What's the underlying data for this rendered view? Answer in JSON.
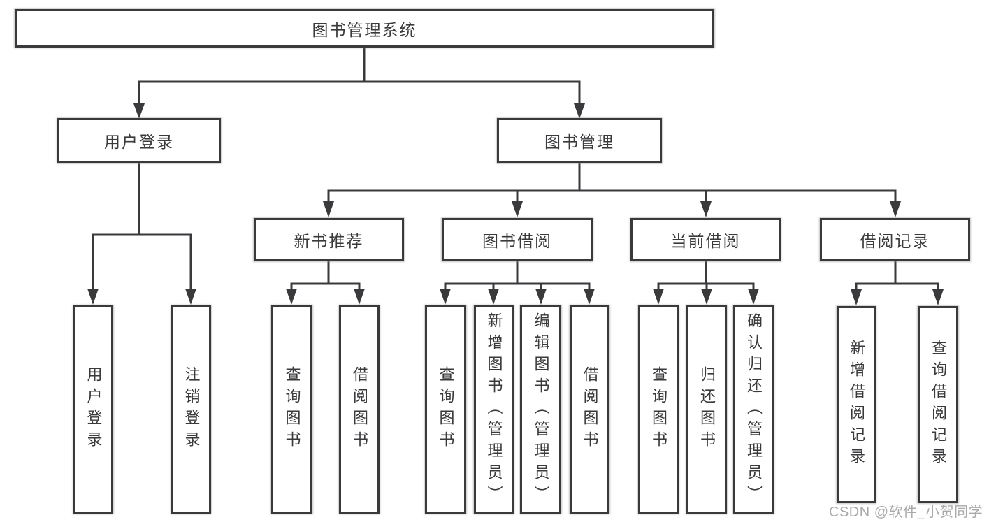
{
  "tree": {
    "root": {
      "label": "图书管理系统"
    },
    "branches": {
      "user_login": {
        "label": "用户登录",
        "children": {
          "login": "用户登录",
          "logout": "注销登录"
        }
      },
      "book_management": {
        "label": "图书管理",
        "sections": {
          "new_book_recommend": {
            "label": "新书推荐",
            "children": {
              "query_book": "查询图书",
              "borrow_book": "借阅图书"
            }
          },
          "book_borrow": {
            "label": "图书借阅",
            "children": {
              "query_book": "查询图书",
              "add_book": "新增图书（管理员）",
              "edit_book": "编辑图书（管理员）",
              "borrow_book": "借阅图书"
            }
          },
          "current_borrow": {
            "label": "当前借阅",
            "children": {
              "query_book": "查询图书",
              "return_book": "归还图书",
              "confirm_return": "确认归还（管理员）"
            }
          },
          "borrow_records": {
            "label": "借阅记录",
            "children": {
              "add_record": "新增借阅记录",
              "query_record": "查询借阅记录"
            }
          }
        }
      }
    }
  },
  "watermark": {
    "text": "CSDN @软件_小贺同学"
  },
  "colors": {
    "background": "#ffffff",
    "box_fill": "#ffffff",
    "box_border": "#3a3a3c",
    "line": "#3a3a3c",
    "text": "#3a3a3c",
    "watermark": "#a9a9a9"
  }
}
